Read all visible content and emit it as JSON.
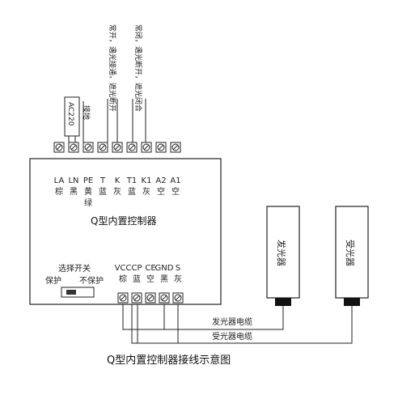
{
  "caption": "Q型内置控制器接线示意图",
  "controller": {
    "name": "Q型内置控制器",
    "top_terminals": [
      {
        "code": "LA",
        "color": "棕"
      },
      {
        "code": "LN",
        "color": "黑"
      },
      {
        "code": "PE",
        "color": "黄",
        "color2": "绿"
      },
      {
        "code": "T",
        "color": "蓝"
      },
      {
        "code": "K",
        "color": "灰"
      },
      {
        "code": "T1",
        "color": "蓝"
      },
      {
        "code": "K1",
        "color": "灰"
      },
      {
        "code": "A2",
        "color": "空"
      },
      {
        "code": "A1",
        "color": "空"
      }
    ],
    "bottom_terminals": [
      {
        "code": "VCC",
        "color": "棕"
      },
      {
        "code": "CP",
        "color": "蓝"
      },
      {
        "code": "CE",
        "color": "空"
      },
      {
        "code": "GND",
        "color": "黑"
      },
      {
        "code": "S",
        "color": "灰"
      }
    ],
    "switch": {
      "title": "选择开关",
      "left_label": "保护",
      "right_label": "不保护"
    }
  },
  "top_labels": {
    "ac": "AC220",
    "ground": "接地",
    "no_contact": "常开，遇光接通，遮光断开",
    "nc_contact": "常闭，遇光断开，遮光闭合"
  },
  "sensors": {
    "emitter": "发光器",
    "receiver": "受光器"
  },
  "cables": {
    "emitter_cable": "发光器电缆",
    "receiver_cable": "受光器电缆"
  }
}
